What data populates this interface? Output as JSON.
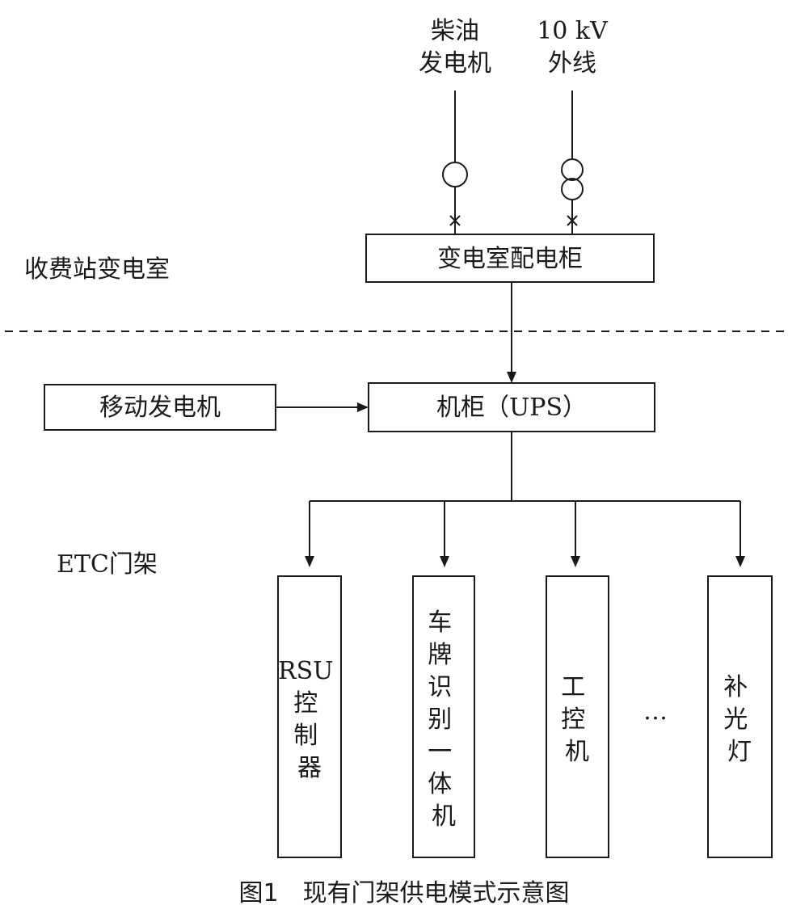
{
  "sources": {
    "diesel_generator": [
      "柴油",
      "发电机"
    ],
    "external_line": [
      "10 kV",
      "外线"
    ]
  },
  "labels": {
    "substation_room": "收费站变电室",
    "etc_gantry": "ETC门架"
  },
  "boxes": {
    "distribution_cabinet": "变电室配电柜",
    "mobile_generator": "移动发电机",
    "cabinet_ups": "机柜（UPS）"
  },
  "devices": {
    "rsu_controller": [
      "RSU",
      "控",
      "制",
      "器"
    ],
    "plate_recognition": [
      "车",
      "牌",
      "识",
      "别",
      "一",
      "体",
      "机"
    ],
    "industrial_pc": [
      "工",
      "控",
      "机"
    ],
    "ellipsis": "…",
    "fill_light": [
      "补",
      "光",
      "灯"
    ]
  },
  "caption": "图1　现有门架供电模式示意图",
  "colors": {
    "ink": "#1a1a1a",
    "background": "#ffffff"
  }
}
